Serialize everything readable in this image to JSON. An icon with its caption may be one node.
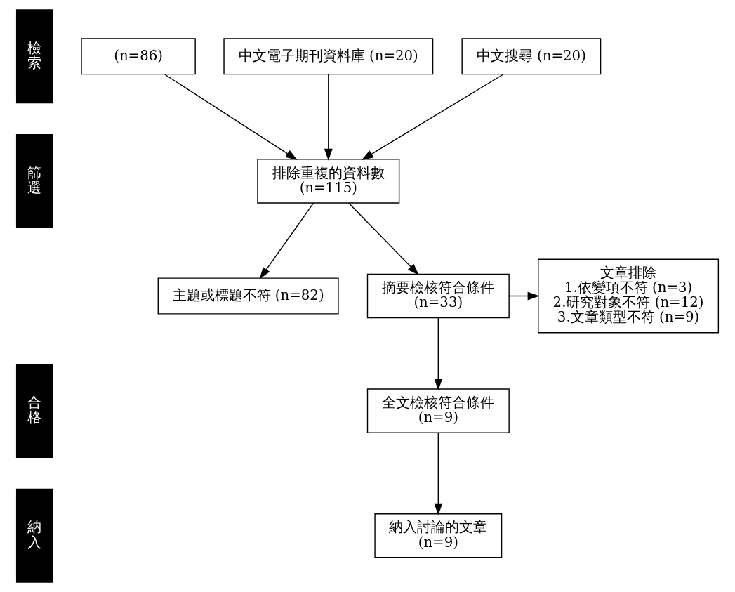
{
  "diagram": {
    "nodes": [
      {
        "text": [
          "檢索"
        ]
      },
      {
        "text": [
          "篩選"
        ]
      },
      {
        "text": [
          "合格"
        ]
      },
      {
        "text": [
          "納入"
        ]
      },
      {
        "text": [
          "(n=86)"
        ]
      },
      {
        "text": [
          "中文電子期刊資料庫 (n=20)"
        ]
      },
      {
        "text": [
          "中文搜尋 (n=20)"
        ]
      },
      {
        "text": [
          "排除重複的資料數",
          "(n=115)"
        ]
      },
      {
        "text": [
          "主題或標題不符 (n=82)"
        ]
      },
      {
        "text": [
          "摘要檢核符合條件",
          "(n=33)"
        ]
      },
      {
        "text": [
          "文章排除",
          "1.依變項不符 (n=3)",
          "2.研究對象不符 (n=12)",
          "3.文章類型不符 (n=9)"
        ]
      },
      {
        "text": [
          "全文檢核符合條件",
          "(n=9)"
        ]
      },
      {
        "text": [
          "納入討論的文章",
          "(n=9)"
        ]
      }
    ],
    "edges": [
      {
        "from": 4,
        "to": 7,
        "arrow": "to"
      },
      {
        "from": 5,
        "to": 7,
        "arrow": "to"
      },
      {
        "from": 6,
        "to": 7,
        "arrow": "to"
      },
      {
        "from": 7,
        "to": 9,
        "arrow": "to"
      },
      {
        "from": 7,
        "to": 8,
        "arrow": "to"
      },
      {
        "from": 9,
        "to": 11,
        "arrow": "to"
      },
      {
        "from": 9,
        "to": 10,
        "arrow": "to"
      },
      {
        "from": 11,
        "to": 12,
        "arrow": "to"
      }
    ]
  }
}
